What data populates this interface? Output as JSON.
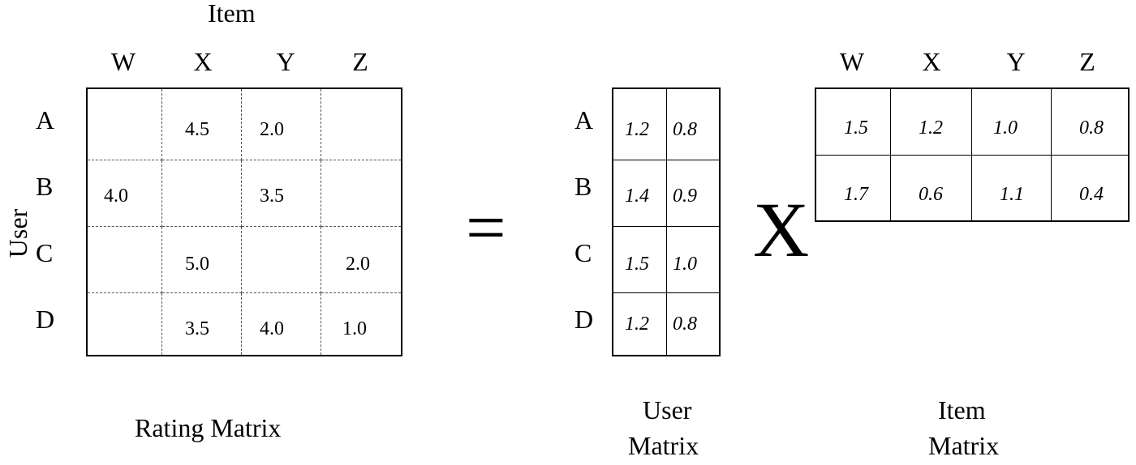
{
  "rating_matrix": {
    "axis_label_top": "Item",
    "axis_label_side": "User",
    "columns": [
      "W",
      "X",
      "Y",
      "Z"
    ],
    "rows": [
      "A",
      "B",
      "C",
      "D"
    ],
    "cells": [
      [
        "",
        "4.5",
        "2.0",
        ""
      ],
      [
        "4.0",
        "",
        "3.5",
        ""
      ],
      [
        "",
        "5.0",
        "",
        "2.0"
      ],
      [
        "",
        "3.5",
        "4.0",
        "1.0"
      ]
    ],
    "caption": "Rating Matrix"
  },
  "operators": {
    "equals": "=",
    "times": "X"
  },
  "user_matrix": {
    "rows": [
      "A",
      "B",
      "C",
      "D"
    ],
    "cells": [
      [
        "1.2",
        "0.8"
      ],
      [
        "1.4",
        "0.9"
      ],
      [
        "1.5",
        "1.0"
      ],
      [
        "1.2",
        "0.8"
      ]
    ],
    "caption_line1": "User",
    "caption_line2": "Matrix"
  },
  "item_matrix": {
    "columns": [
      "W",
      "X",
      "Y",
      "Z"
    ],
    "cells": [
      [
        "1.5",
        "1.2",
        "1.0",
        "0.8"
      ],
      [
        "1.7",
        "0.6",
        "1.1",
        "0.4"
      ]
    ],
    "caption_line1": "Item",
    "caption_line2": "Matrix"
  }
}
